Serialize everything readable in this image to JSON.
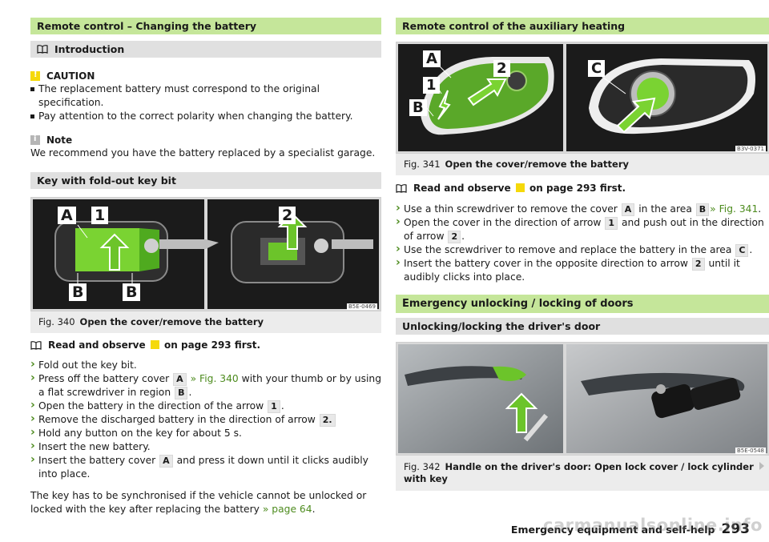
{
  "left": {
    "section_title": "Remote control – Changing the battery",
    "intro_title": "Introduction",
    "caution": {
      "title": "CAUTION",
      "items": [
        "The replacement battery must correspond to the original specification.",
        "Pay attention to the correct polarity when changing the battery."
      ]
    },
    "note": {
      "title": "Note",
      "text": "We recommend you have the battery replaced by a specialist garage."
    },
    "key_heading": "Key with fold-out key bit",
    "figure": {
      "code": "B5E-0469",
      "caption_num": "Fig. 340",
      "caption_text": "Open the cover/remove the battery",
      "labels": [
        "A",
        "1",
        "2",
        "B",
        "B"
      ]
    },
    "read_observe": {
      "prefix": "Read and observe",
      "suffix": "on page 293 first."
    },
    "steps": {
      "s1": "Fold out the key bit.",
      "s2a": "Press off the battery cover",
      "s2_ref": "A",
      "s2_link": "» Fig. 340",
      "s2b": "with your thumb or by using a flat screwdriver in region",
      "s2_ref2": "B",
      "s2c": ".",
      "s3a": "Open the battery in the direction of the arrow",
      "s3_ref": "1",
      "s3b": ".",
      "s4a": "Remove the discharged battery in the direction of arrow",
      "s4_ref": "2.",
      "s5": "Hold any button on the key for about 5 s.",
      "s6": "Insert the new battery.",
      "s7a": "Insert the battery cover",
      "s7_ref": "A",
      "s7b": "and press it down until it clicks audibly into place."
    },
    "sync_text_a": "The key has to be synchronised if the vehicle cannot be unlocked or locked with the key after replacing the battery",
    "sync_link": "» page 64",
    "sync_text_b": "."
  },
  "right": {
    "section_title": "Remote control of the auxiliary heating",
    "figure": {
      "code": "B3V-0371",
      "caption_num": "Fig. 341",
      "caption_text": "Open the cover/remove the battery",
      "labels": [
        "A",
        "2",
        "C",
        "1",
        "B"
      ]
    },
    "read_observe": {
      "prefix": "Read and observe",
      "suffix": "on page 293 first."
    },
    "steps": {
      "s1a": "Use a thin screwdriver to remove the cover",
      "s1_ref": "A",
      "s1b": "in the area",
      "s1_ref2": "B",
      "s1_link": "» Fig. 341",
      "s1c": ".",
      "s2a": "Open the cover in the direction of arrow",
      "s2_ref": "1",
      "s2b": "and push out in the direction of arrow",
      "s2_ref2": "2",
      "s2c": ".",
      "s3a": "Use the screwdriver to remove and replace the battery in the area",
      "s3_ref": "C",
      "s3b": ".",
      "s4a": "Insert the battery cover in the opposite direction to arrow",
      "s4_ref": "2",
      "s4b": "until it audibly clicks into place."
    },
    "emergency_heading": "Emergency unlocking / locking of doors",
    "driver_heading": "Unlocking/locking the driver's door",
    "figure2": {
      "code": "B5E-0548",
      "caption_num": "Fig. 342",
      "caption_text": "Handle on the driver's door: Open lock cover / lock cylinder with key"
    }
  },
  "footer": {
    "chapter": "Emergency equipment and self-help",
    "page": "293",
    "watermark": "carmanualsonline.info"
  },
  "colors": {
    "accent_green": "#c5e69a",
    "link_green": "#4d8b1e",
    "caution_yellow": "#f5d90a",
    "bar_grey": "#e0e0e0"
  }
}
